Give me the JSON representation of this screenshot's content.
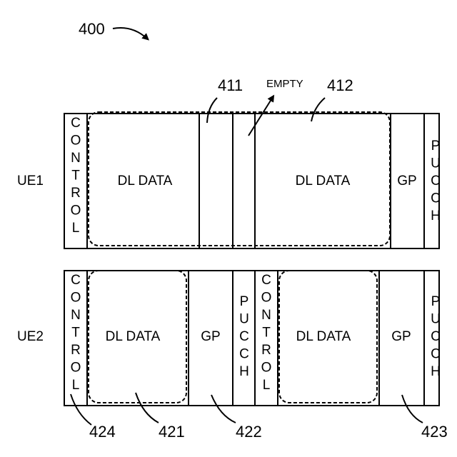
{
  "figure_number": "400",
  "row_labels": {
    "ue1": "UE1",
    "ue2": "UE2"
  },
  "cells": {
    "control": "CONTROL",
    "pucch": "PUCCH",
    "dl_data": "DL DATA",
    "gp": "GP",
    "empty": "EMPTY"
  },
  "reference_numerals": {
    "r411": "411",
    "r412": "412",
    "r421": "421",
    "r422": "422",
    "r423": "423",
    "r424": "424"
  }
}
